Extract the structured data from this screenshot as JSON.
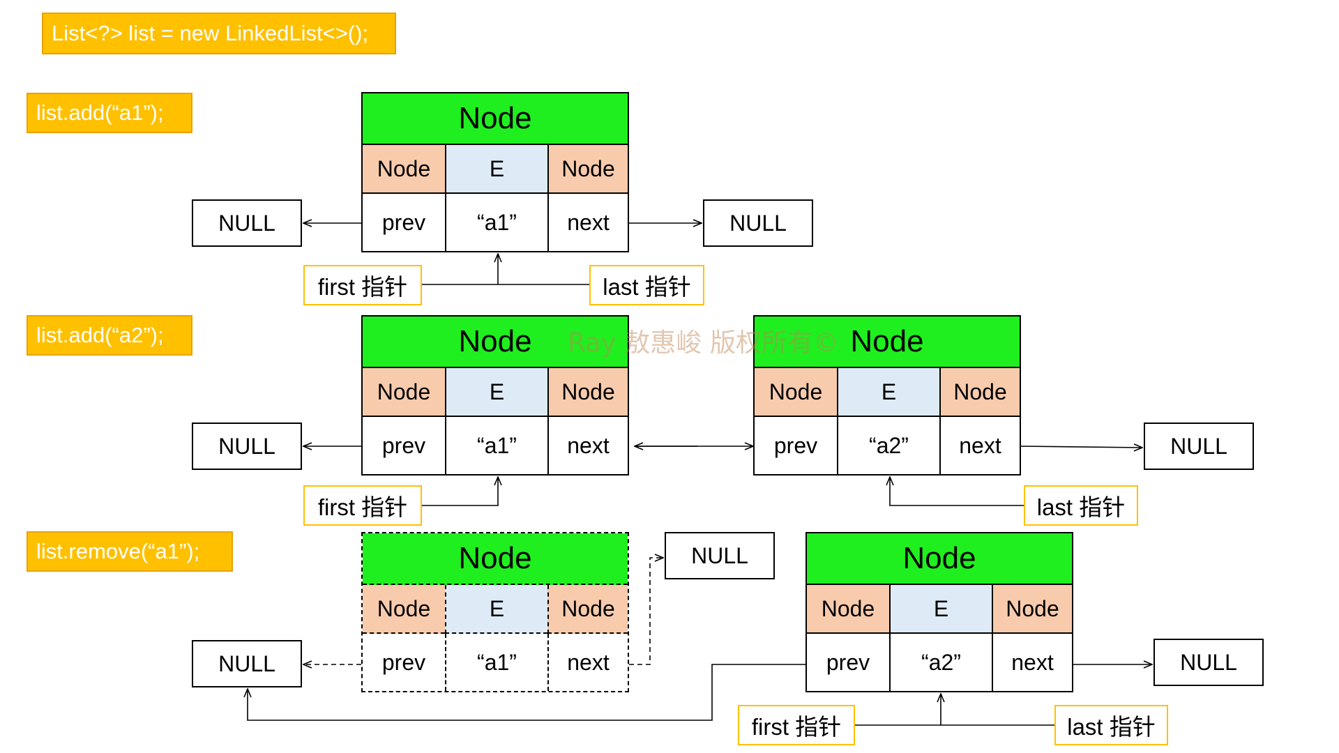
{
  "code": {
    "create": "List<?> list = new LinkedList<>();",
    "add_a1": "list.add(“a1”);",
    "add_a2": "list.add(“a2”);",
    "remove_a1": "list.remove(“a1”);"
  },
  "node": {
    "title": "Node",
    "prev_type": "Node",
    "elem_type": "E",
    "next_type": "Node",
    "prev_label": "prev",
    "next_label": "next"
  },
  "values": {
    "a1": "“a1”",
    "a2": "“a2”"
  },
  "null_label": "NULL",
  "pointers": {
    "first": "first 指针",
    "last": "last 指针"
  },
  "watermark": "Ray 敖惠峻 版权所有©",
  "colors": {
    "code_bg": "#FFC000",
    "node_header": "#1FEF1F",
    "node_type_cell": "#F8CBAD",
    "elem_type_cell": "#DEEBF7",
    "pointer_border": "#FFC000"
  }
}
